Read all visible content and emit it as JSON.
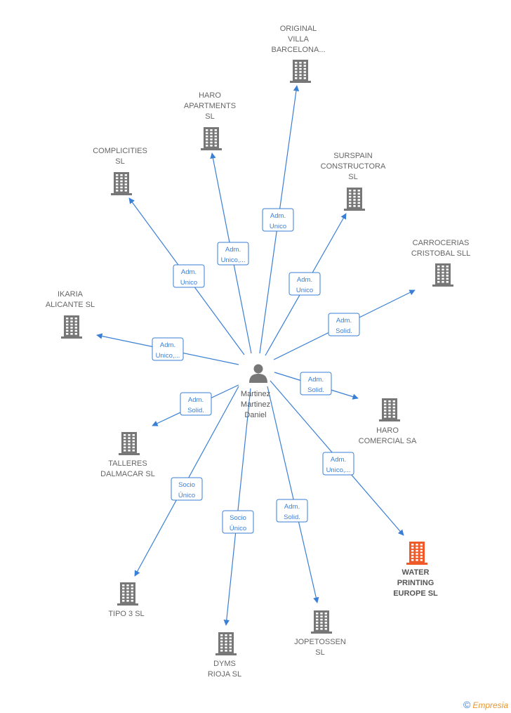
{
  "center": {
    "name_lines": [
      "Martinez",
      "Martinez",
      "Daniel"
    ],
    "icon": "person-icon",
    "color": "#777777"
  },
  "companies": [
    {
      "id": "original-villa",
      "lines": [
        "ORIGINAL",
        "VILLA",
        "BARCELONA..."
      ],
      "role": [
        "Adm.",
        "Unico"
      ],
      "focus": false
    },
    {
      "id": "haro-apartments",
      "lines": [
        "HARO",
        "APARTMENTS",
        "SL"
      ],
      "role": [
        "Adm.",
        "Unico,..."
      ],
      "focus": false
    },
    {
      "id": "complicities",
      "lines": [
        "COMPLICITIES",
        "SL"
      ],
      "role": [
        "Adm.",
        "Unico"
      ],
      "focus": false
    },
    {
      "id": "surspain",
      "lines": [
        "SURSPAIN",
        "CONSTRUCTORA",
        "SL"
      ],
      "role": [
        "Adm.",
        "Unico"
      ],
      "focus": false
    },
    {
      "id": "carrocerias",
      "lines": [
        "CARROCERIAS",
        "CRISTOBAL SLL"
      ],
      "role": [
        "Adm.",
        "Solid."
      ],
      "focus": false
    },
    {
      "id": "ikaria",
      "lines": [
        "IKARIA",
        "ALICANTE  SL"
      ],
      "role": [
        "Adm.",
        "Unico,..."
      ],
      "focus": false
    },
    {
      "id": "haro-comercial",
      "lines": [
        "HARO",
        "COMERCIAL SA"
      ],
      "role": [
        "Adm.",
        "Solid."
      ],
      "focus": false
    },
    {
      "id": "talleres",
      "lines": [
        "TALLERES",
        "DALMACAR  SL"
      ],
      "role": [
        "Adm.",
        "Solid."
      ],
      "focus": false
    },
    {
      "id": "water-printing",
      "lines": [
        "WATER",
        "PRINTING",
        "EUROPE  SL"
      ],
      "role": [
        "Adm.",
        "Unico,..."
      ],
      "focus": true
    },
    {
      "id": "tipo3",
      "lines": [
        "TIPO 3  SL"
      ],
      "role": [
        "Socio",
        "Único"
      ],
      "focus": false
    },
    {
      "id": "dyms",
      "lines": [
        "DYMS",
        "RIOJA SL"
      ],
      "role": [
        "Socio",
        "Único"
      ],
      "focus": false
    },
    {
      "id": "jopetossen",
      "lines": [
        "JOPETOSSEN",
        "SL"
      ],
      "role": [
        "Adm.",
        "Solid."
      ],
      "focus": false
    }
  ],
  "colors": {
    "edge": "#3a7fd6",
    "building": "#777777",
    "building_focus": "#f05a28"
  },
  "footer": {
    "copyright_symbol": "©",
    "brand": "Empresia"
  }
}
